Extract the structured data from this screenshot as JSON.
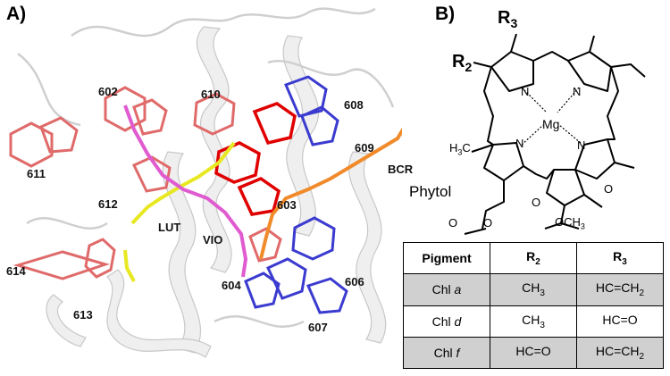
{
  "panel_a": {
    "letter": "A)",
    "labels": {
      "l602": "602",
      "l610": "610",
      "l608": "608",
      "l609": "609",
      "l611": "611",
      "l612": "612",
      "l603": "603",
      "lbcr": "BCR",
      "llut": "LUT",
      "lvio": "VIO",
      "l614": "614",
      "l613": "613",
      "l604": "604",
      "l606": "606",
      "l607": "607"
    }
  },
  "panel_b": {
    "letter": "B)",
    "r3": "R",
    "r3_sub": "3",
    "r2": "R",
    "r2_sub": "2",
    "mg": "Mg",
    "n": "N",
    "h3c": "H",
    "h3c_sub": "3",
    "h3c_c": "C",
    "phytol": "Phytol",
    "o": "O",
    "och3": "OCH",
    "och3_sub": "3",
    "table": {
      "headers": {
        "pigment": "Pigment",
        "r2": "R",
        "r2_sub": "2",
        "r3": "R",
        "r3_sub": "3"
      },
      "rows": [
        {
          "name": "Chl",
          "variant": "a",
          "r2": "CH",
          "r2_sub": "3",
          "r3": "HC=CH",
          "r3_sub": "2"
        },
        {
          "name": "Chl",
          "variant": "d",
          "r2": "CH",
          "r2_sub": "3",
          "r3": "HC=O",
          "r3_sub": ""
        },
        {
          "name": "Chl",
          "variant": "f",
          "r2": "HC=O",
          "r2_sub": "",
          "r3": "HC=CH",
          "r3_sub": "2"
        }
      ]
    }
  },
  "colors": {
    "protein": "#e9e9e9",
    "chl_a": "#e06a6a",
    "chl_b": "#3b3bd0",
    "chl_red": "#e00000",
    "lutein": "#e8e822",
    "violaxanthin": "#e05ad0",
    "bcr": "#f08a2a",
    "row_shade": "#d0d0d0"
  }
}
